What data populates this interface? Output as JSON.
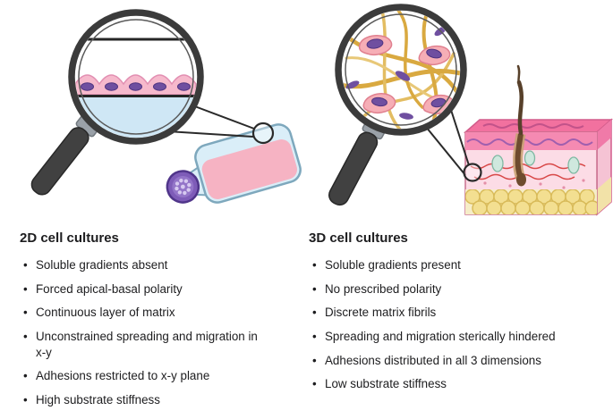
{
  "glyphs": {
    "bullet": "•"
  },
  "columns": {
    "left": {
      "title": "2D cell cultures",
      "bullets": [
        "Soluble gradients absent",
        "Forced apical-basal polarity",
        "Continuous layer of matrix",
        "Unconstrained spreading and migration in x-y",
        "Adhesions restricted to x-y plane",
        "High substrate stiffness"
      ]
    },
    "right": {
      "title": "3D cell cultures",
      "bullets": [
        "Soluble gradients present",
        "No prescribed polarity",
        "Discrete matrix fibrils",
        "Spreading and migration sterically hindered",
        "Adhesions distributed in all 3 dimensions",
        "Low substrate stiffness"
      ]
    }
  },
  "illustrations": {
    "left_icon": "magnifying-glass-over-culture-flask",
    "right_icon": "magnifying-glass-over-skin-tissue-block"
  },
  "colors": {
    "text": "#1d1d1f",
    "cell_pink": "#f6b9cc",
    "nucleus_purple": "#6f4fa0",
    "matrix_fiber_tan": "#d9a940",
    "flask_blue": "#daeef8",
    "flask_liquid_pink": "#f6b3c3",
    "cap_purple": "#7e5cb8",
    "skin_epidermis_pink": "#f2719f",
    "skin_dermis_pink": "#fcdce6",
    "adipose_yellow": "#f3df91",
    "handle_gray": "#414141"
  }
}
